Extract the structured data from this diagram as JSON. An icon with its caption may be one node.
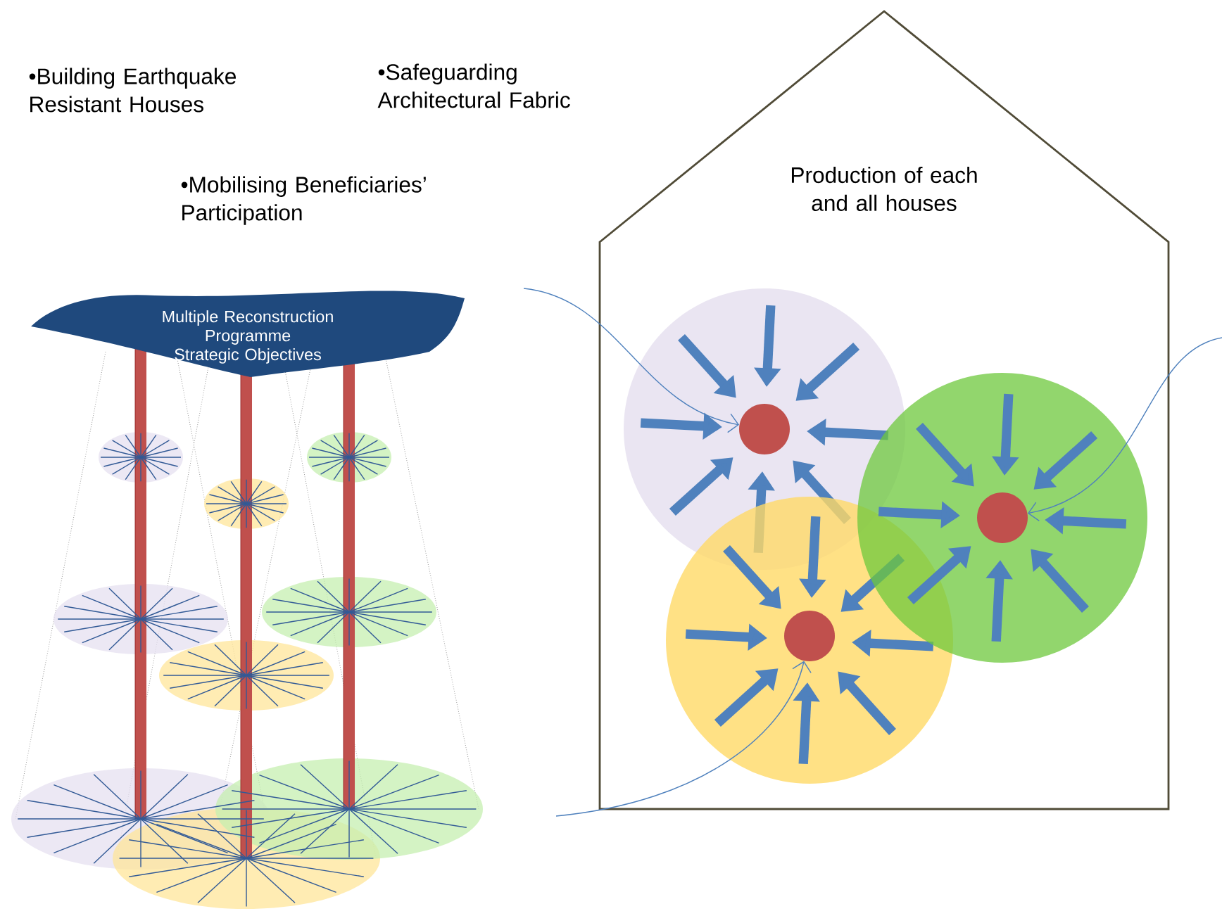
{
  "diagram": {
    "nodes": [
      {
        "text": [
          "Production of each and all houses"
        ]
      },
      {
        "text": [],
        "shape": "circle",
        "in": 0
      },
      {
        "text": [],
        "shape": "circle",
        "in": 0
      },
      {
        "text": [],
        "shape": "circle",
        "in": 0
      },
      {
        "text": [
          "Multiple Reconstruction Programme Strategic Objectives"
        ]
      }
    ],
    "edges": [
      {
        "from": null,
        "to": 1,
        "arrow": "to"
      },
      {
        "from": null,
        "to": 2,
        "arrow": "to"
      },
      {
        "from": null,
        "to": 3,
        "arrow": "to"
      }
    ],
    "labels": [
      "•Building Earthquake Resistant Houses",
      "•Safeguarding Architectural Fabric",
      "•Mobilising Beneficiaries’ Participation"
    ]
  }
}
